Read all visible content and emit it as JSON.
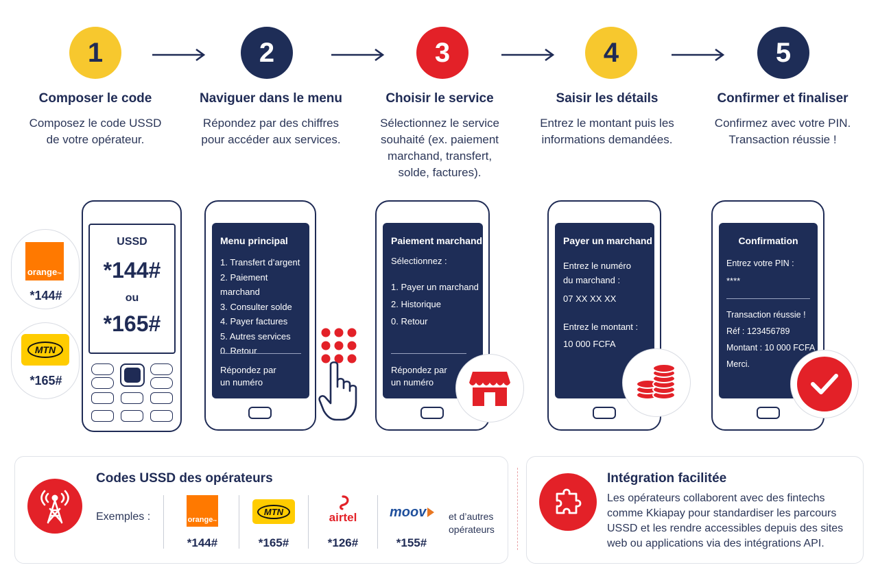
{
  "steps": [
    {
      "number": "1",
      "title": "Composer le code",
      "desc_lines": [
        "Composez le code USSD",
        "de votre opérateur."
      ],
      "color": "#f7c82e"
    },
    {
      "number": "2",
      "title": "Naviguer dans le menu",
      "desc_lines": [
        "Répondez par des chiffres",
        "pour accéder aux services."
      ],
      "color": "#1e2d57"
    },
    {
      "number": "3",
      "title": "Choisir le service",
      "desc_lines": [
        "Sélectionnez le service",
        "souhaité (ex. paiement",
        "marchand, transfert,",
        "solde, factures)."
      ],
      "color": "#e32128"
    },
    {
      "number": "4",
      "title": "Saisir les détails",
      "desc_lines": [
        "Entrez le montant puis les",
        "informations demandées."
      ],
      "color": "#f7c82e"
    },
    {
      "number": "5",
      "title": "Confirmer et finaliser",
      "desc_lines": [
        "Confirmez avec votre PIN.",
        "Transaction réussie !"
      ],
      "color": "#1e2d57"
    }
  ],
  "feature_phone": {
    "label": "USSD",
    "code1": "*144#",
    "separator": "ou",
    "code2": "*165#"
  },
  "side_badges": [
    {
      "logo": "orange",
      "logo_text": "orange",
      "trademark": "™",
      "code": "*144#"
    },
    {
      "logo": "mtn",
      "logo_text": "MTN",
      "code": "*165#"
    }
  ],
  "screens": {
    "menu": {
      "title": "Menu principal",
      "items": [
        "1. Transfert d’argent",
        "2. Paiement marchand",
        "3. Consulter solde",
        "4. Payer factures",
        "5. Autres services",
        "0. Retour"
      ],
      "footer_lines": [
        "Répondez par",
        "un numéro"
      ]
    },
    "service": {
      "title": "Paiement marchand",
      "prompt": "Sélectionnez :",
      "items": [
        "1. Payer un marchand",
        "2. Historique",
        "0. Retour"
      ],
      "footer_lines": [
        "Répondez par",
        "un numéro"
      ]
    },
    "details": {
      "title": "Payer un marchand",
      "label1_lines": [
        "Entrez le numéro",
        "du marchand :"
      ],
      "value1": "07 XX XX XX",
      "label2": "Entrez le montant :",
      "value2": "10 000 FCFA"
    },
    "confirm": {
      "title": "Confirmation",
      "pin_label": "Entrez votre PIN :",
      "pin_value": "****",
      "lines": [
        "Transaction réussie !",
        "Réf : 123456789",
        "Montant : 10 000 FCFA",
        "Merci."
      ]
    }
  },
  "icons": {
    "keypad": "keypad-icon",
    "hand": "hand-pointer-icon",
    "shop": "shop-icon",
    "coins": "coins-icon",
    "check": "check-icon",
    "antenna": "antenna-icon",
    "puzzle": "puzzle-icon"
  },
  "operators_card": {
    "title": "Codes USSD des opérateurs",
    "examples_label": "Exemples :",
    "operators": [
      {
        "name": "orange",
        "logo_text": "orange",
        "trademark": "™",
        "code": "*144#"
      },
      {
        "name": "MTN",
        "logo_text": "MTN",
        "code": "*165#"
      },
      {
        "name": "airtel",
        "logo_text": "airtel",
        "code": "*126#"
      },
      {
        "name": "moov",
        "logo_text": "moov",
        "code": "*155#"
      }
    ],
    "others_lines": [
      "et d’autres",
      "opérateurs"
    ]
  },
  "integration_card": {
    "title": "Intégration facilitée",
    "lines": [
      "Les opérateurs collaborent avec des fintechs",
      "comme Kkiapay pour standardiser les parcours",
      "USSD et les rendre accessibles depuis des sites",
      "web ou applications via des intégrations API."
    ]
  },
  "colors": {
    "navy": "#1e2d57",
    "red": "#e32128",
    "yellow": "#f7c82e",
    "orange": "#ff7900",
    "mtn_yellow": "#ffcc00"
  }
}
